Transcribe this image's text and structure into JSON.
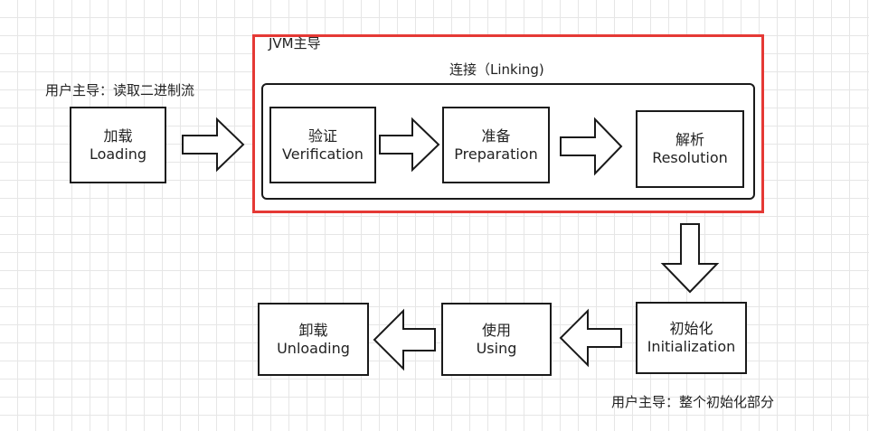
{
  "labels": {
    "user_lead_load": "用户主导：读取二进制流",
    "jvm_lead": "JVM主导",
    "linking": "连接（Linking)",
    "user_lead_init": "用户主导：整个初始化部分"
  },
  "stages": {
    "loading": {
      "cn": "加载",
      "en": "Loading"
    },
    "verification": {
      "cn": "验证",
      "en": "Verification"
    },
    "preparation": {
      "cn": "准备",
      "en": "Preparation"
    },
    "resolution": {
      "cn": "解析",
      "en": "Resolution"
    },
    "initialization": {
      "cn": "初始化",
      "en": "Initialization"
    },
    "using": {
      "cn": "使用",
      "en": "Using"
    },
    "unloading": {
      "cn": "卸载",
      "en": "Unloading"
    }
  },
  "colors": {
    "highlight_border": "#e53935",
    "box_border": "#1a1a1a",
    "grid_line": "#e6e6e6"
  }
}
